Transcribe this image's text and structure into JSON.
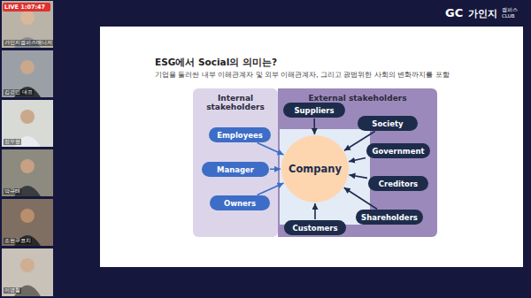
{
  "diagram": {
    "title": "ESG에서 Social의 의미는?",
    "caption": "기업을 둘러싼 내부 이해관계자 및 외부 이해관계자, 그리고 광범위한 사회의 변화까지를 포함",
    "nodes": [
      {
        "text": [
          "Internal stakeholders"
        ]
      },
      {
        "text": [
          "External stakeholders"
        ]
      },
      {
        "text": [
          "Employees"
        ],
        "in": 0
      },
      {
        "text": [
          "Manager"
        ],
        "in": 0
      },
      {
        "text": [
          "Owners"
        ],
        "in": 0
      },
      {
        "text": [
          "Suppliers"
        ],
        "in": 1
      },
      {
        "text": [
          "Society"
        ],
        "in": 1
      },
      {
        "text": [
          "Government"
        ],
        "in": 1
      },
      {
        "text": [
          "Creditors"
        ],
        "in": 1
      },
      {
        "text": [
          "Shareholders"
        ],
        "in": 1
      },
      {
        "text": [
          "Customers"
        ],
        "in": 1
      },
      {
        "text": [
          "Company"
        ],
        "in": 1
      }
    ],
    "edges": [
      {
        "from": 2,
        "to": 11,
        "arrow": "to"
      },
      {
        "from": 3,
        "to": 11,
        "arrow": "to"
      },
      {
        "from": 4,
        "to": 11,
        "arrow": "to"
      },
      {
        "from": 5,
        "to": 11,
        "arrow": "to"
      },
      {
        "from": 6,
        "to": 11,
        "arrow": "to"
      },
      {
        "from": 7,
        "to": 11,
        "arrow": "to"
      },
      {
        "from": 8,
        "to": 11,
        "arrow": "to"
      },
      {
        "from": 9,
        "to": 11,
        "arrow": "to"
      },
      {
        "from": 10,
        "to": 11,
        "arrow": "to"
      }
    ],
    "labels": [
      "LIVE 1:07:47",
      "GC",
      "가인지",
      "캠퍼스",
      "CLUB",
      "가인지캠퍼스매니저",
      "김경민 대표",
      "정우현",
      "박규태",
      "조현구코치",
      "이명철"
    ]
  }
}
